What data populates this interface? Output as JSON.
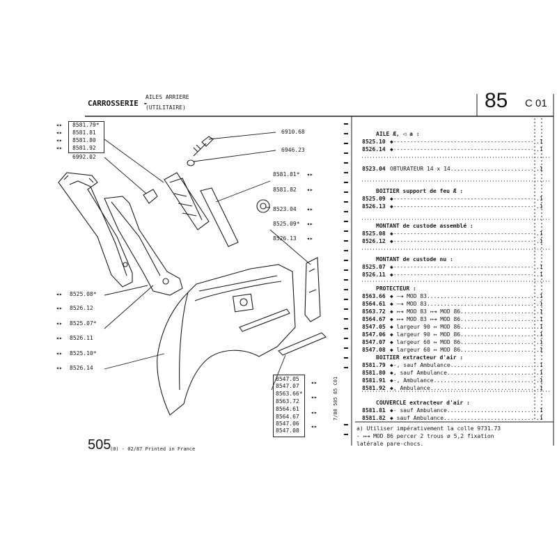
{
  "header": {
    "section": "CARROSSERIE -",
    "subtitle_line1": "AILES ARRIERE",
    "subtitle_line2": "(UTILITAIRE)",
    "page_number": "85",
    "page_code": "C 01"
  },
  "footer": {
    "model": "505",
    "edition": "(0) - 02/87 Printed in France"
  },
  "spine_text": "7/88 505 85 C01",
  "left_refs": {
    "group1": [
      "8581.79*",
      "8581.81",
      "8581.80",
      "8581.92"
    ],
    "r6992": "6992.02",
    "r8525_08": "8525.08*",
    "r8526_12": "8526.12",
    "r8525_07": "8525.07*",
    "r8526_11": "8526.11",
    "r8525_10": "8525.10*",
    "r8526_14": "8526.14"
  },
  "right_refs": {
    "r6910": "6910.68",
    "r6946": "6946.23",
    "r8581_81": "8581.81*",
    "r8581_82": "8581.82",
    "r8523": "8523.04",
    "r8525_09": "8525.09*",
    "r8526_13": "8526.13",
    "group_bottom": [
      "8547.05",
      "8547.07",
      "8563.66*",
      "8563.72",
      "8564.61",
      "8564.67",
      "8547.06",
      "8547.08"
    ]
  },
  "list": [
    {
      "code": "",
      "text": "AILE Æ, ◁ a :",
      "qty": ""
    },
    {
      "code": "8525.10",
      "text": "◆-----------------------------------------------",
      "qty": ".1"
    },
    {
      "code": "8526.14",
      "text": "◆-----------------------------------------------",
      "qty": ".1"
    },
    {
      "code": "",
      "text": "",
      "qty": ""
    },
    {
      "code": "8523.04",
      "text": "OBTURATEUR 14 x 14.................................",
      "qty": ".1"
    },
    {
      "code": "",
      "text": "",
      "qty": ""
    },
    {
      "code": "",
      "text": "BOITIER support de feu Æ :",
      "qty": ""
    },
    {
      "code": "8525.09",
      "text": "◆-----------------------------------------------",
      "qty": ".1"
    },
    {
      "code": "8526.13",
      "text": "◆-----------------------------------------------",
      "qty": ".1"
    },
    {
      "code": "",
      "text": "MONTANT de custode assemblé :",
      "qty": ""
    },
    {
      "code": "8525.08",
      "text": "◆-----------------------------------------------",
      "qty": ".1"
    },
    {
      "code": "8526.12",
      "text": "◆-----------------------------------------------",
      "qty": ".1"
    },
    {
      "code": "",
      "text": "MONTANT de custode nu :",
      "qty": ""
    },
    {
      "code": "8525.07",
      "text": "◆-----------------------------------------------",
      "qty": ".1"
    },
    {
      "code": "8526.11",
      "text": "◆-----------------------------------------------",
      "qty": ".1"
    },
    {
      "code": "",
      "text": "PROTECTEUR :",
      "qty": ""
    },
    {
      "code": "8563.66",
      "text": "◆ —⇥ MOD 83..................................",
      "qty": ".1"
    },
    {
      "code": "8564.61",
      "text": "◆ —⇥ MOD 83..................................",
      "qty": ".1"
    },
    {
      "code": "8563.72",
      "text": "◆ ↦⇥ MOD 83 ↦⇥ MOD 86......................",
      "qty": ".1"
    },
    {
      "code": "8564.67",
      "text": "◆ ↦⇥ MOD 83 ↦⇥ MOD 86......................",
      "qty": ".1"
    },
    {
      "code": "8547.05",
      "text": "◆ largeur 90 ↦ MOD 86..........................",
      "qty": ".1"
    },
    {
      "code": "8547.06",
      "text": "◆ largeur 90 ↦ MOD 86..........................",
      "qty": ".1"
    },
    {
      "code": "8547.07",
      "text": "◆ largeur 60 ↦ MOD 86..........................",
      "qty": ".1"
    },
    {
      "code": "8547.08",
      "text": "◆ largeur 60 ↦ MOD 86..........................",
      "qty": ".1"
    },
    {
      "code": "",
      "text": "BOITIER extracteur d'air :",
      "qty": ""
    },
    {
      "code": "8581.79",
      "text": "◆-, sauf Ambulance...............................",
      "qty": ".1"
    },
    {
      "code": "8581.80",
      "text": "◆, sauf Ambulance................................",
      "qty": ".1"
    },
    {
      "code": "8581.91",
      "text": "◆-, Ambulance......................................",
      "qty": ".1"
    },
    {
      "code": "8581.92",
      "text": "◆, Ambulance.......................................",
      "qty": ".1"
    },
    {
      "code": "",
      "text": "",
      "qty": ""
    },
    {
      "code": "",
      "text": "COUVERCLE extracteur d'air :",
      "qty": ""
    },
    {
      "code": "8581.81",
      "text": "◆- sauf Ambulance..................................",
      "qty": ".1"
    },
    {
      "code": "8581.82",
      "text": "◆ sauf Ambulance...................................",
      "qty": ".1"
    }
  ],
  "notes": {
    "line1": "a) Utiliser impérativement la colle 9731.73",
    "line2": "  - ↦⇥ MOD 86 percer 2 trous ø 5,2 fixation",
    "line3": "    latérale pare-chocs."
  }
}
